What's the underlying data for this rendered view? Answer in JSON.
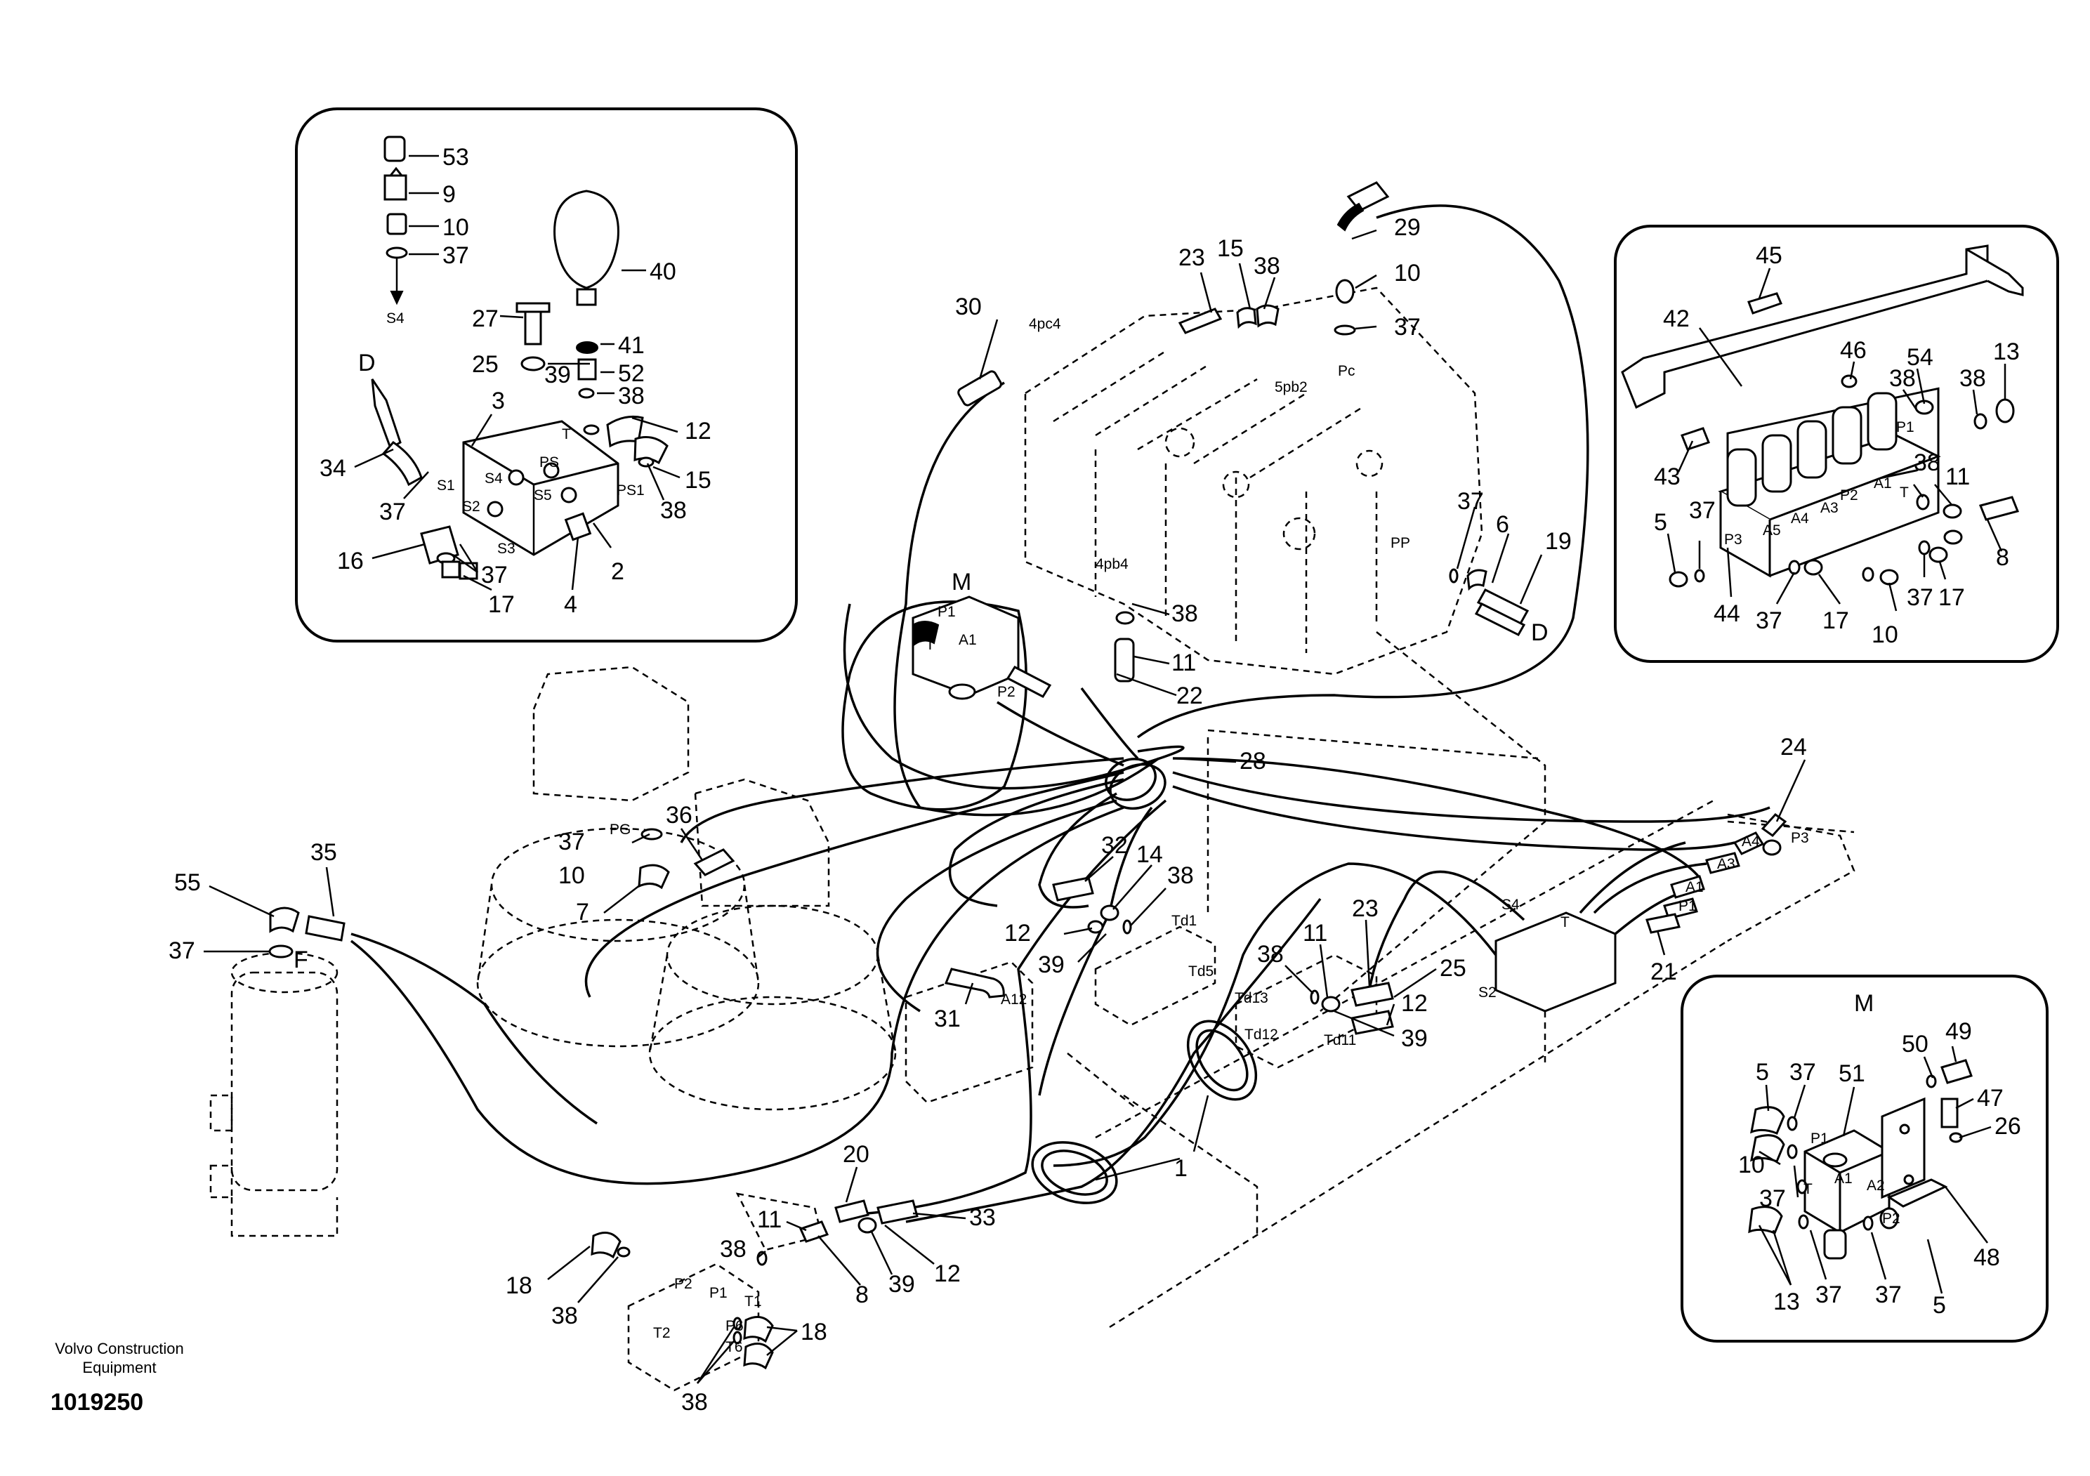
{
  "credit": {
    "line1": "Volvo Construction",
    "line2": "Equipment"
  },
  "doc_number": "1019250",
  "main_callouts": {
    "c30": "30",
    "c4pc4": "4pc4",
    "c23": "23",
    "c15": "15",
    "c38a": "38",
    "c29": "29",
    "c10a": "10",
    "c37a": "37",
    "cPc": "Pc",
    "c5pb2": "5pb2",
    "cM": "M",
    "cP1": "P1",
    "cT": "T",
    "cA1": "A1",
    "cP2": "P2",
    "c4pb4": "4pb4",
    "c38b": "38",
    "c11a": "11",
    "c22": "22",
    "c37b": "37",
    "c6": "6",
    "c19": "19",
    "cD": "D",
    "cPP": "PP",
    "c28": "28",
    "c36": "36",
    "c37c": "37",
    "cPG": "PG",
    "c10b": "10",
    "c7": "7",
    "c35": "35",
    "c55": "55",
    "c37d": "37",
    "cF": "F",
    "c32": "32",
    "c14": "14",
    "c38c": "38",
    "c12a": "12",
    "c39a": "39",
    "cTd1": "Td1",
    "cTd5": "Td5",
    "c24": "24",
    "cA4": "A4",
    "cP3": "P3",
    "cA3": "A3",
    "cA1b": "A1",
    "cP1b": "P1",
    "c21": "21",
    "cS4": "S4",
    "cT2": "T",
    "cS2": "S2",
    "c38d": "38",
    "c11b": "11",
    "c23b": "23",
    "c25": "25",
    "c12b": "12",
    "c39b": "39",
    "cTd13": "Td13",
    "cTd12": "Td12",
    "cTd11": "Td11",
    "c31": "31",
    "cA12": "A12",
    "c1": "1",
    "c20": "20",
    "c33": "33",
    "c11c": "11",
    "c38e": "38",
    "c8": "8",
    "c39c": "39",
    "c12c": "12",
    "c18a": "18",
    "c38f": "38",
    "cP2b": "P2",
    "cP1c": "P1",
    "cT1": "T1",
    "cP6": "P6",
    "cT2b": "T2",
    "cT6": "T6",
    "c18b": "18",
    "c38g": "38"
  },
  "inset_top_left": {
    "c53": "53",
    "c9": "9",
    "c10": "10",
    "c37a": "37",
    "cS4": "S4",
    "c40": "40",
    "c27": "27",
    "c41": "41",
    "c25": "25",
    "c52": "52",
    "c39": "39",
    "c38a": "38",
    "cD": "D",
    "c3": "3",
    "cT": "T",
    "c12": "12",
    "c34": "34",
    "cS1": "S1",
    "cS4b": "S4",
    "cPS": "PS",
    "cS5": "S5",
    "cPS1": "PS1",
    "c15": "15",
    "c37b": "37",
    "cS2": "S2",
    "c38b": "38",
    "c16": "16",
    "cS3": "S3",
    "c37c": "37",
    "c2": "2",
    "c17": "17",
    "c4": "4"
  },
  "inset_top_right": {
    "c45": "45",
    "c42": "42",
    "c46": "46",
    "c54": "54",
    "c38a": "38",
    "c38b": "38",
    "c13": "13",
    "cP1": "P1",
    "c43": "43",
    "c38c": "38",
    "c11": "11",
    "cT": "T",
    "c5": "5",
    "c37a": "37",
    "cP3": "P3",
    "cA5": "A5",
    "cA4": "A4",
    "cA3": "A3",
    "cP2": "P2",
    "cA1": "A1",
    "c8": "8",
    "c44": "44",
    "c37b": "37",
    "c17a": "17",
    "c37c": "37",
    "c17b": "17",
    "c10": "10"
  },
  "inset_bottom_right": {
    "title": "M",
    "c5a": "5",
    "c37a": "37",
    "c51": "51",
    "c50": "50",
    "c49": "49",
    "c47": "47",
    "c26": "26",
    "c10": "10",
    "cP1": "P1",
    "cA1": "A1",
    "cA2": "A2",
    "c37b": "37",
    "cT": "T",
    "cP2": "P2",
    "c48": "48",
    "c13": "13",
    "c37c": "37",
    "c37d": "37",
    "c5b": "5"
  }
}
